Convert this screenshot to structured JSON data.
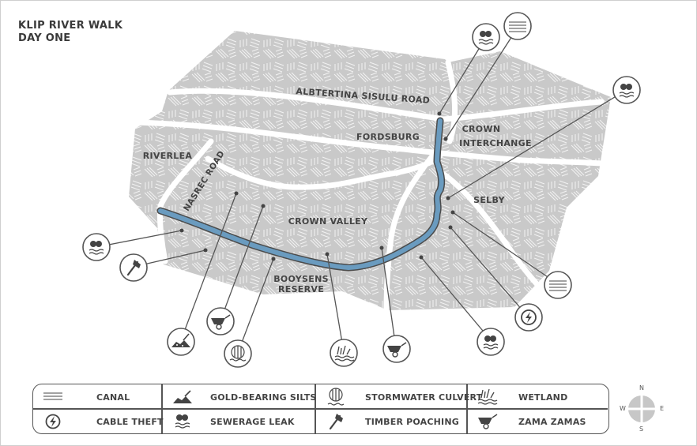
{
  "title": {
    "line1": "KLIP RIVER WALK",
    "line2": "DAY ONE"
  },
  "places": {
    "albertina": "ALBTERTINA SISULU ROAD",
    "fordsburg": "FORDSBURG",
    "crown_interchange_1": "CROWN",
    "crown_interchange_2": "INTERCHANGE",
    "riverlea": "RIVERLEA",
    "nasrec": "NASREC ROAD",
    "crown_valley": "CROWN VALLEY",
    "selby": "SELBY",
    "booysens_1": "BOOYSENS",
    "booysens_2": "RESERVE"
  },
  "legend": {
    "canal": "CANAL",
    "gold": "GOLD-BEARING SILTS",
    "culvert": "STORMWATER CULVERT",
    "wetland": "WETLAND",
    "cable": "CABLE THEFT",
    "sewerage": "SEWERAGE LEAK",
    "timber": "TIMBER POACHING",
    "zama": "ZAMA ZAMAS"
  },
  "compass": {
    "n": "N",
    "s": "S",
    "e": "E",
    "w": "W"
  },
  "colors": {
    "river": "#6a9bbf",
    "land": "#c9c9c9",
    "ink": "#444444"
  }
}
